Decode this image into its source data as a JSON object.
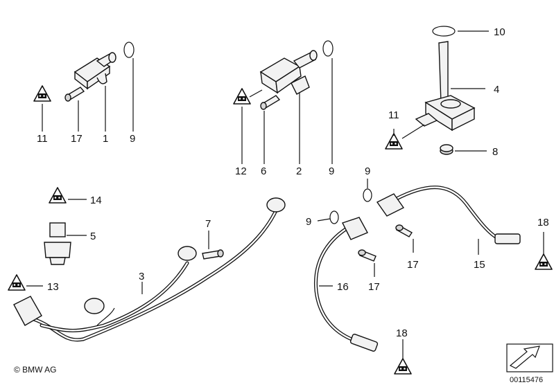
{
  "labels": {
    "n1": "1",
    "n2": "2",
    "n3": "3",
    "n4": "4",
    "n5": "5",
    "n6": "6",
    "n7": "7",
    "n8": "8",
    "n9a": "9",
    "n9b": "9",
    "n9c": "9",
    "n9d": "9",
    "n10": "10",
    "n11a": "11",
    "n11b": "11",
    "n12": "12",
    "n13": "13",
    "n14": "14",
    "n15": "15",
    "n16": "16",
    "n17a": "17",
    "n17b": "17",
    "n17c": "17",
    "n18a": "18",
    "n18b": "18"
  },
  "footer": {
    "copyright": "© BMW AG",
    "reference": "00115476"
  },
  "colors": {
    "ink": "#111111",
    "part_fill": "#f2f2f2",
    "background": "#ffffff"
  },
  "icons": [
    "warning-triangle-icon",
    "direction-arrow-icon"
  ]
}
